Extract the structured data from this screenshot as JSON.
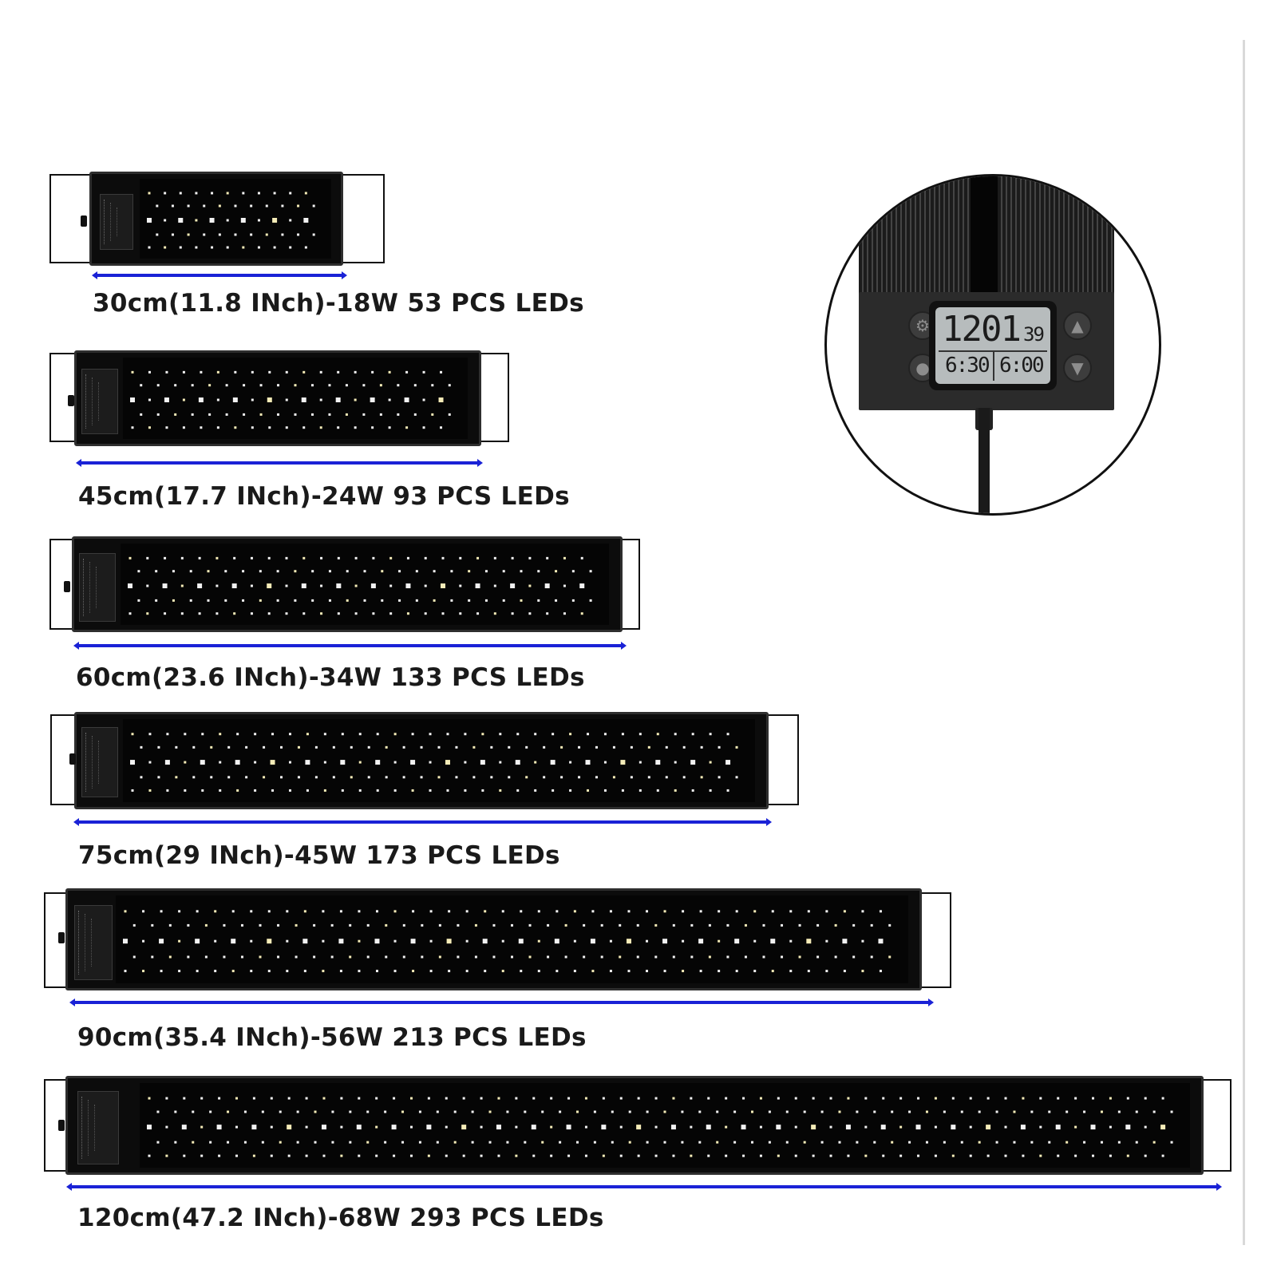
{
  "products": [
    {
      "size": "30cm(11.8 INch)-18W 53 PCS LEDs",
      "leds": 53
    },
    {
      "size": "45cm(17.7 INch)-24W 93 PCS LEDs",
      "leds": 93
    },
    {
      "size": "60cm(23.6 INch)-34W 133 PCS LEDs",
      "leds": 133
    },
    {
      "size": "75cm(29 INch)-45W 173 PCS LEDs",
      "leds": 173
    },
    {
      "size": "90cm(35.4 INch)-56W 213 PCS LEDs",
      "leds": 213
    },
    {
      "size": "120cm(47.2 INch)-68W 293 PCS LEDs",
      "leds": 293
    }
  ],
  "controller": {
    "time": "1201",
    "seconds": "39",
    "on_time": "6:30",
    "off_time": "6:00",
    "buttons": {
      "settings_icon": "gear-icon",
      "light_icon": "bulb-icon",
      "up_icon": "triangle-up-icon",
      "down_icon": "triangle-down-icon"
    }
  },
  "colors": {
    "dimension_arrow": "#1a22d6",
    "bar_body": "#0c0c0c",
    "led_white": "#f2f2f2",
    "led_warm": "#f5ecb8"
  }
}
